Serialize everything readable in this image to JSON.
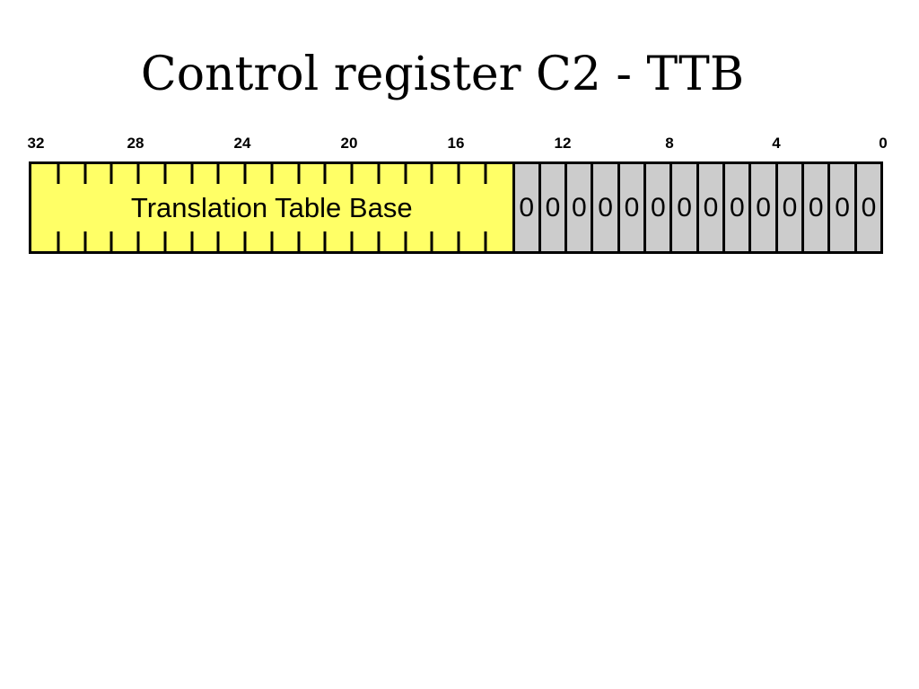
{
  "slide": {
    "title": "Control register C2 - TTB",
    "background_color": "#ffffff"
  },
  "colors": {
    "field_fill": "#ffff66",
    "reserved_fill": "#cccccc",
    "outline": "#000000",
    "text": "#000000"
  },
  "ruler": {
    "labels": [
      "32",
      "28",
      "24",
      "20",
      "16",
      "12",
      "8",
      "4",
      "0"
    ],
    "bit_positions": [
      32,
      28,
      24,
      20,
      16,
      12,
      8,
      4,
      0
    ],
    "total_bits": 32
  },
  "register": {
    "name": "C2",
    "alias": "TTB",
    "width_bits": 32,
    "fields": [
      {
        "name": "Translation Table Base",
        "label": "Translation Table Base",
        "fill": "#ffff66",
        "bit_high": 31,
        "bit_low": 14,
        "bit_count": 18,
        "kind": "field"
      },
      {
        "name": "reserved-zeros",
        "label": "",
        "fill": "#cccccc",
        "bit_high": 13,
        "bit_low": 0,
        "bit_count": 14,
        "kind": "reserved",
        "cell_values": [
          "0",
          "0",
          "0",
          "0",
          "0",
          "0",
          "0",
          "0",
          "0",
          "0",
          "0",
          "0",
          "0",
          "0"
        ]
      }
    ]
  }
}
